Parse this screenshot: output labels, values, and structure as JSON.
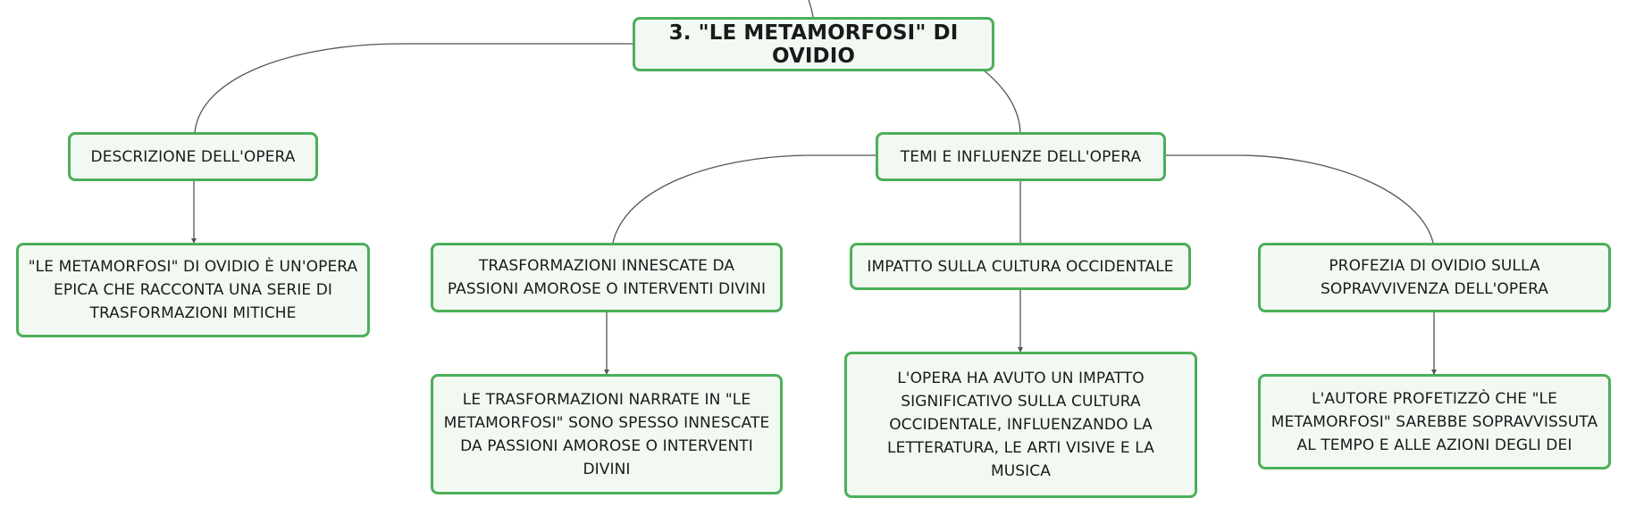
{
  "root": {
    "label": "3. \"LE METAMORFOSI\" DI OVIDIO"
  },
  "branches": {
    "description": {
      "label": "DESCRIZIONE DELL'OPERA",
      "detail": "\"LE METAMORFOSI\" DI OVIDIO È UN'OPERA EPICA CHE RACCONTA UNA SERIE DI TRASFORMAZIONI MITICHE"
    },
    "themes": {
      "label": "TEMI E INFLUENZE DELL'OPERA",
      "children": [
        {
          "label": "TRASFORMAZIONI INNESCATE DA PASSIONI AMOROSE O INTERVENTI DIVINI",
          "detail": "LE TRASFORMAZIONI NARRATE IN \"LE METAMORFOSI\" SONO SPESSO INNESCATE DA PASSIONI AMOROSE O INTERVENTI DIVINI"
        },
        {
          "label": "IMPATTO SULLA CULTURA OCCIDENTALE",
          "detail": "L'OPERA HA AVUTO UN IMPATTO SIGNIFICATIVO SULLA CULTURA OCCIDENTALE, INFLUENZANDO LA LETTERATURA, LE ARTI VISIVE E LA MUSICA"
        },
        {
          "label": "PROFEZIA DI OVIDIO SULLA SOPRAVVIVENZA DELL'OPERA",
          "detail": "L'AUTORE PROFETIZZÒ CHE \"LE METAMORFOSI\" SAREBBE SOPRAVVISSUTA AL TEMPO E ALLE AZIONI DEGLI DEI"
        }
      ]
    }
  },
  "colors": {
    "node_border": "#4caf59",
    "node_fill": "#f2f9f2",
    "connector": "#555555",
    "text": "#1a1a1a"
  }
}
